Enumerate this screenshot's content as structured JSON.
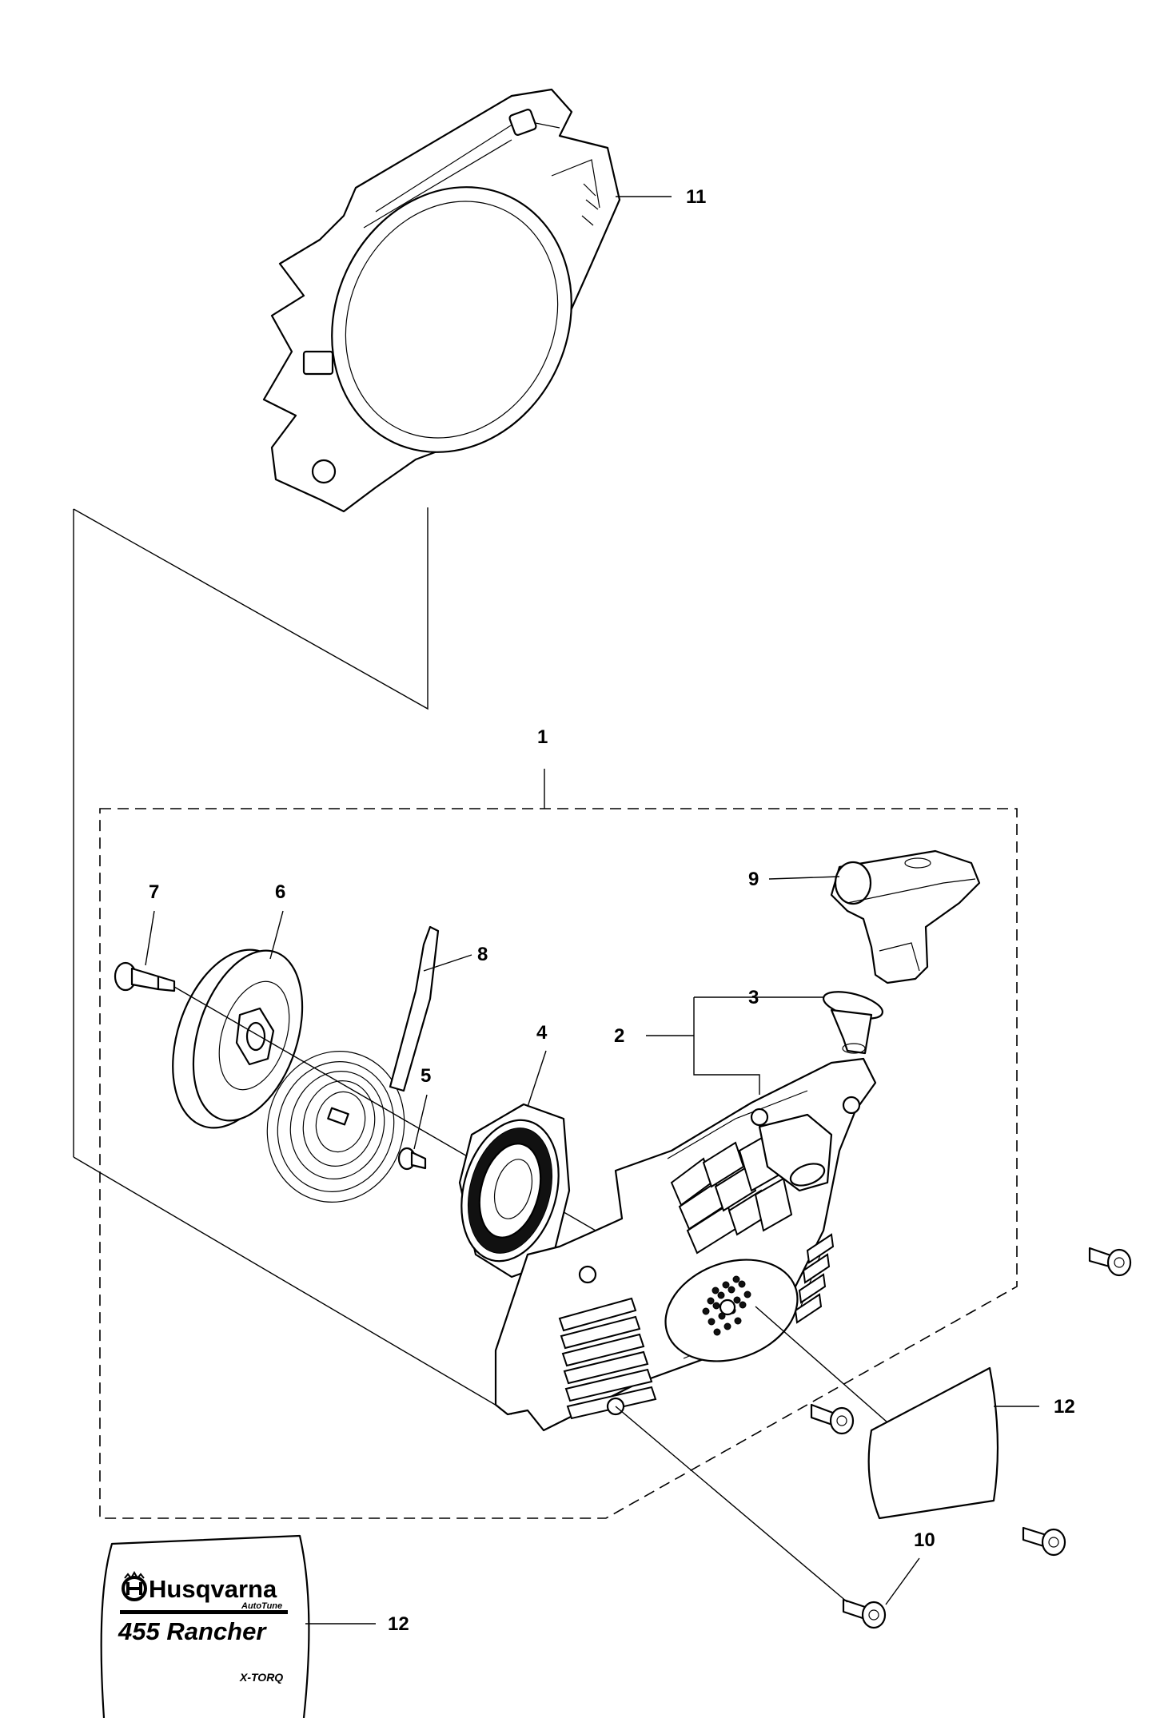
{
  "callouts": {
    "c1": "1",
    "c2": "2",
    "c3": "3",
    "c4": "4",
    "c5": "5",
    "c6": "6",
    "c7": "7",
    "c8": "8",
    "c9": "9",
    "c10": "10",
    "c11": "11",
    "c12a": "12",
    "c12b": "12"
  },
  "decal": {
    "brand": "Husqvarna",
    "feature": "AutoTune",
    "model": "455 Rancher",
    "engine": "X-TORQ"
  },
  "icons": [
    "husqvarna-crown-logo"
  ]
}
